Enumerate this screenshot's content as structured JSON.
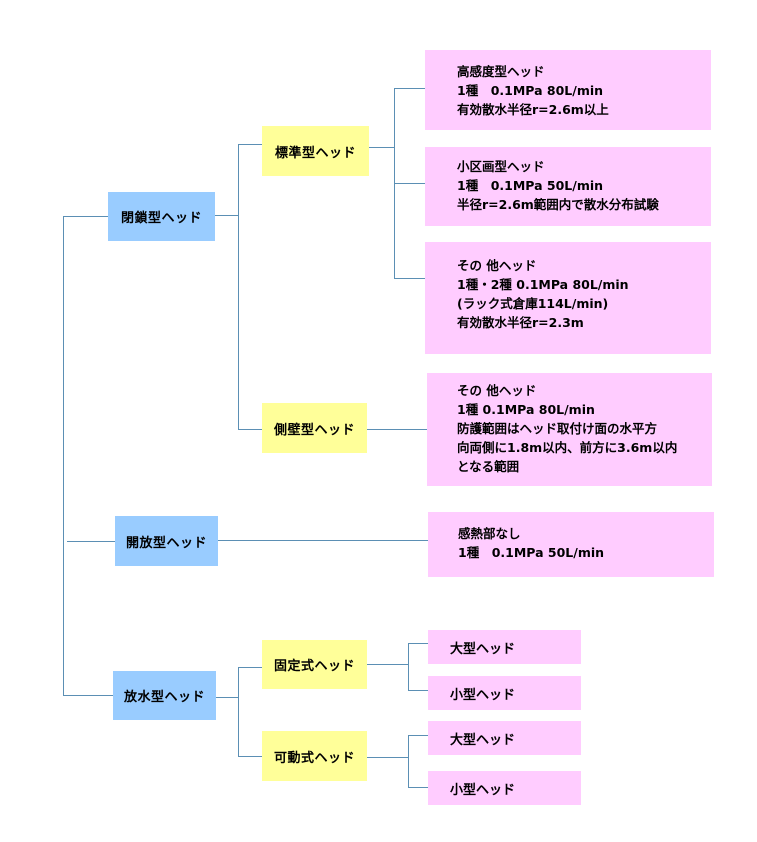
{
  "title": "スプリンクラーヘッドの分類",
  "colors": {
    "level1": "#99ccff",
    "level2": "#ffff99",
    "level3": "#ffccff",
    "connector": "#5b8fb4"
  },
  "tree": {
    "closed": {
      "label": "閉鎖型ヘッド",
      "standard": {
        "label": "標準型ヘッド",
        "high_sensitivity": {
          "lines": [
            "高感度型ヘッド",
            "1種　0.1MPa  80L/min",
            "有効散水半径r=2.6m以上"
          ]
        },
        "small_zone": {
          "lines": [
            "小区画型ヘッド",
            "1種　0.1MPa  50L/min",
            "半径r=2.6m範囲内で散水分布試験"
          ]
        },
        "other": {
          "lines": [
            "その 他ヘッド",
            "1種・2種  0.1MPa  80L/min",
            "(ラック式倉庫114L/min)",
            "有効散水半径r=2.3m"
          ]
        }
      },
      "sidewall": {
        "label": "側壁型ヘッド",
        "other": {
          "lines": [
            "その 他ヘッド",
            "1種  0.1MPa  80L/min",
            "防護範囲はヘッド取付け面の水平方",
            "向両側に1.8m以内、前方に3.6m以内",
            "となる範囲"
          ]
        }
      }
    },
    "open": {
      "label": "開放型ヘッド",
      "detail": {
        "lines": [
          "感熱部なし",
          "1種　0.1MPa  50L/min"
        ]
      }
    },
    "discharge": {
      "label": "放水型ヘッド",
      "fixed": {
        "label": "固定式ヘッド",
        "large": "大型ヘッド",
        "small": "小型ヘッド"
      },
      "movable": {
        "label": "可動式ヘッド",
        "large": "大型ヘッド",
        "small": "小型ヘッド"
      }
    }
  }
}
